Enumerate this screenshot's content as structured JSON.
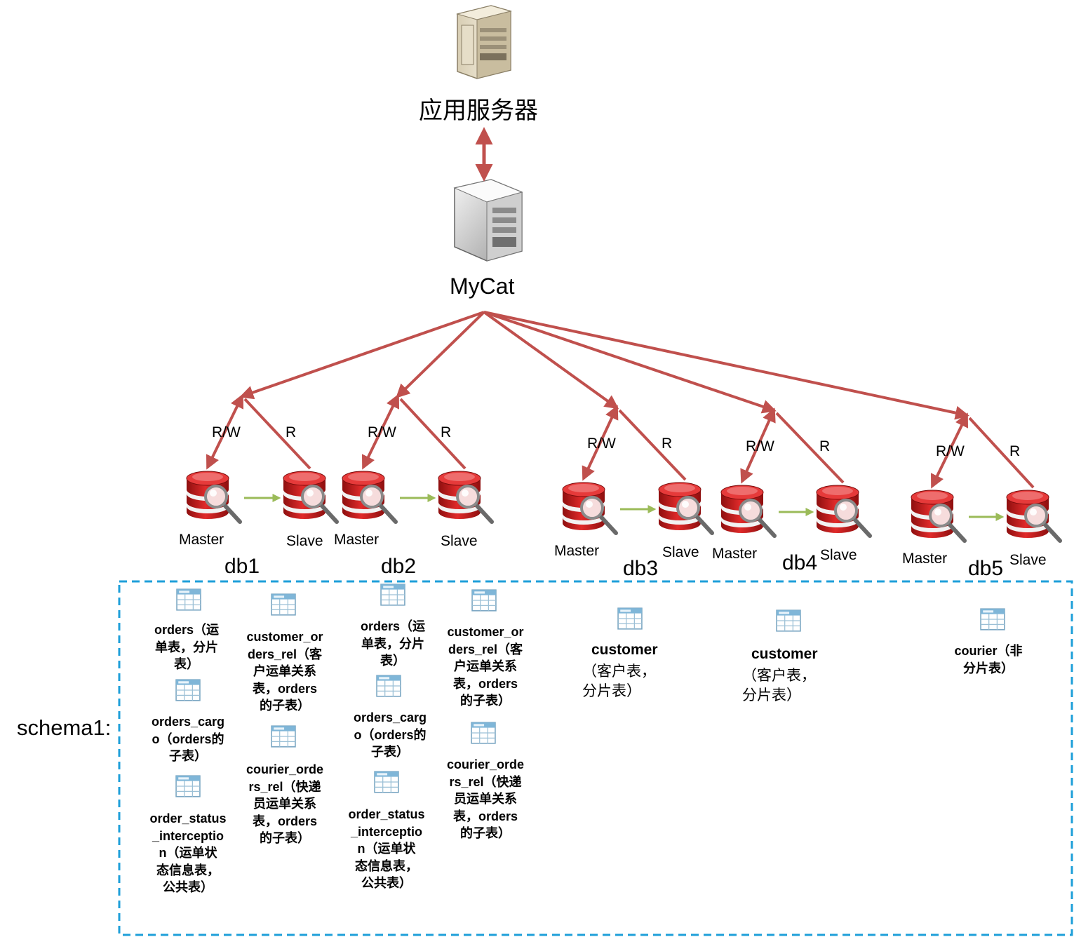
{
  "app_server": {
    "label": "应用服务器",
    "icon": "server-tower-icon"
  },
  "mycat": {
    "label": "MyCat",
    "icon": "server-box-icon"
  },
  "colors": {
    "arrow": "#c0504d",
    "replication": "#9bbb59",
    "schema_border": "#1e9fd9",
    "db_red": "#d11a1a"
  },
  "databases": [
    {
      "name": "db1",
      "rw_label": "R/W",
      "r_label": "R",
      "master_label": "Master",
      "slave_label": "Slave"
    },
    {
      "name": "db2",
      "rw_label": "R/W",
      "r_label": "R",
      "master_label": "Master",
      "slave_label": "Slave"
    },
    {
      "name": "db3",
      "rw_label": "R/W",
      "r_label": "R",
      "master_label": "Master",
      "slave_label": "Slave"
    },
    {
      "name": "db4",
      "rw_label": "R/W",
      "r_label": "R",
      "master_label": "Master",
      "slave_label": "Slave"
    },
    {
      "name": "db5",
      "rw_label": "R/W",
      "r_label": "R",
      "master_label": "Master",
      "slave_label": "Slave"
    }
  ],
  "schema": {
    "label": "schema1:",
    "db1_tables": [
      "orders（运\n单表，分片\n表）",
      "orders_carg\no（orders的\n子表）",
      "order_status\n_interceptio\nn（运单状\n态信息表，\n公共表）",
      "customer_or\nders_rel（客\n户运单关系\n表，orders\n的子表）",
      "courier_orde\nrs_rel（快递\n员运单关系\n表，orders\n的子表）"
    ],
    "db2_tables": [
      "orders（运\n单表，分片\n表）",
      "orders_carg\no（orders的\n子表）",
      "order_status\n_interceptio\nn（运单状\n态信息表，\n公共表）",
      "customer_or\nders_rel（客\n户运单关系\n表，orders\n的子表）",
      "courier_orde\nrs_rel（快递\n员运单关系\n表，orders\n的子表）"
    ],
    "db3_table": {
      "name": "customer",
      "desc": "（客户表，\n分片表）"
    },
    "db4_table": {
      "name": "customer",
      "desc": "（客户表，\n分片表）"
    },
    "db5_table": "courier（非\n分片表）"
  }
}
